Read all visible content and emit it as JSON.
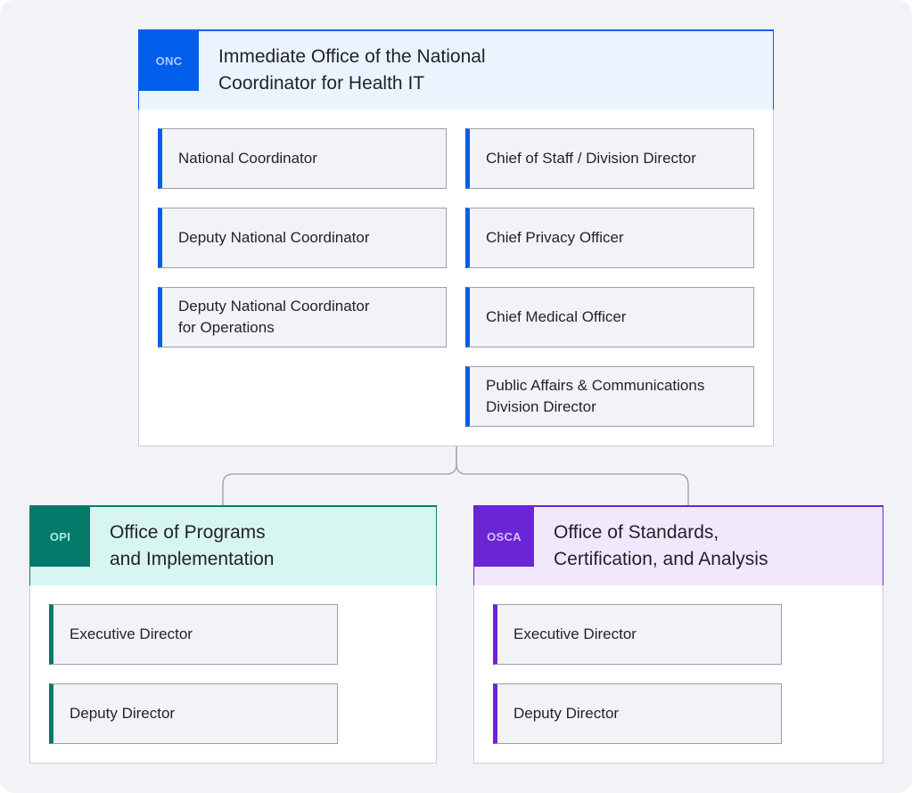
{
  "diagram": {
    "type": "org-chart",
    "offices": {
      "onc": {
        "badge": "ONC",
        "title": "Immediate Office of the National\nCoordinator for Health IT",
        "accent_color": "#005eea",
        "header_color": "#eaf3fe",
        "roles_left": [
          {
            "label": "National Coordinator"
          },
          {
            "label": "Deputy National Coordinator"
          },
          {
            "label": "Deputy National Coordinator\nfor Operations"
          }
        ],
        "roles_right": [
          {
            "label": "Chief of Staff / Division Director"
          },
          {
            "label": "Chief Privacy Officer"
          },
          {
            "label": "Chief Medical Officer"
          },
          {
            "label": "Public Affairs & Communications\nDivision Director"
          }
        ]
      },
      "opi": {
        "badge": "OPI",
        "title": "Office of Programs\nand Implementation",
        "accent_color": "#067a6a",
        "header_color": "#d8f6f1",
        "roles": [
          {
            "label": "Executive Director"
          },
          {
            "label": "Deputy Director"
          }
        ]
      },
      "osca": {
        "badge": "OSCA",
        "title": "Office of Standards,\nCertification, and Analysis",
        "accent_color": "#6b25d6",
        "header_color": "#f2e8fd",
        "roles": [
          {
            "label": "Executive Director"
          },
          {
            "label": "Deputy Director"
          }
        ]
      }
    },
    "edges": [
      {
        "from": "onc",
        "to": "opi"
      },
      {
        "from": "onc",
        "to": "osca"
      }
    ],
    "connector_color": "#9aa0a8"
  }
}
